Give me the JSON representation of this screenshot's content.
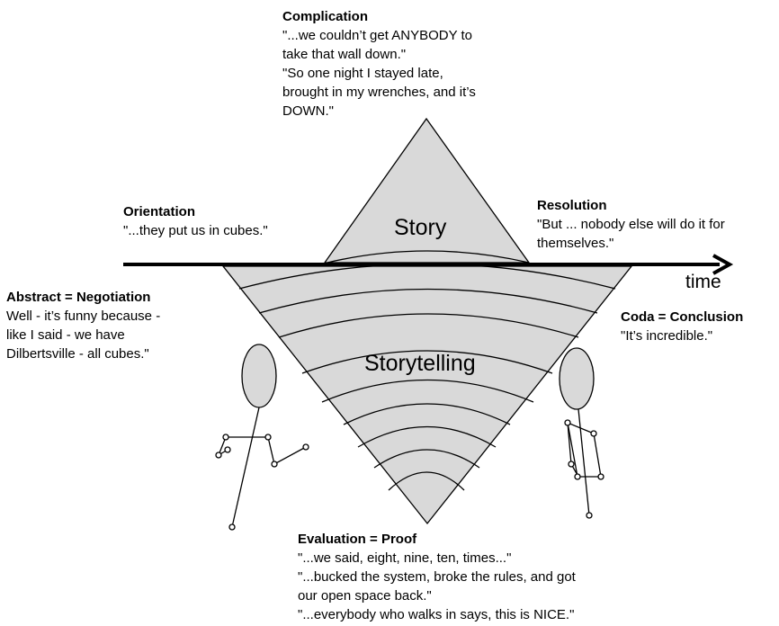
{
  "labels": {
    "story": "Story",
    "storytelling": "Storytelling",
    "time": "time"
  },
  "complication": {
    "heading": "Complication",
    "lines": [
      "\"...we couldn’t get ANYBODY to",
      "take that wall down.\"",
      "\"So one night I stayed late,",
      "brought in my wrenches, and it’s",
      "DOWN.\""
    ]
  },
  "orientation": {
    "heading": "Orientation",
    "lines": [
      "\"...they put us in cubes.\""
    ]
  },
  "resolution": {
    "heading": "Resolution",
    "lines": [
      "\"But ... nobody else will do it for",
      "themselves.\""
    ]
  },
  "abstract": {
    "heading": "Abstract = Negotiation",
    "lines": [
      "Well - it’s funny because -",
      "like I said - we have",
      "Dilbertsville - all cubes.\""
    ]
  },
  "coda": {
    "heading": "Coda = Conclusion",
    "lines": [
      "\"It’s incredible.\""
    ]
  },
  "evaluation": {
    "heading": "Evaluation = Proof",
    "lines": [
      "\"...we said, eight, nine, ten, times...\"",
      "\"...bucked the system, broke the rules, and got",
      "our open space back.\"",
      "\"...everybody who walks in says, this is NICE.\""
    ]
  },
  "colors": {
    "fill": "#d9d9d9",
    "stroke": "#000000"
  }
}
